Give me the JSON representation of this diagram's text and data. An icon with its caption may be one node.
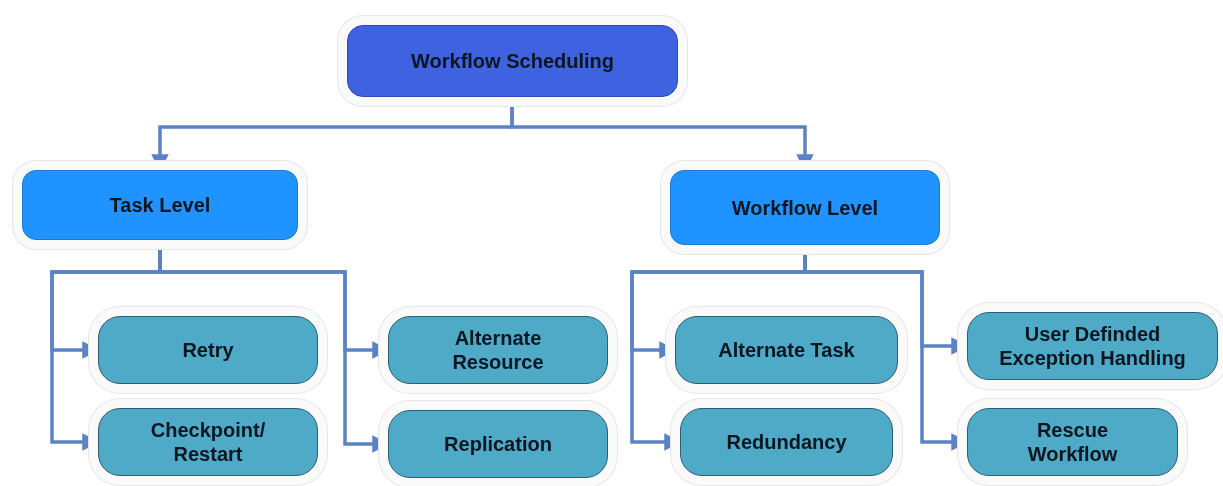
{
  "diagram": {
    "nodes": [
      {
        "text": [
          "Workflow Scheduling"
        ]
      },
      {
        "text": [
          "Task Level"
        ]
      },
      {
        "text": [
          "Workflow Level"
        ]
      },
      {
        "text": [
          "Retry"
        ]
      },
      {
        "text": [
          "Alternate Resource"
        ]
      },
      {
        "text": [
          "Checkpoint/ Restart"
        ]
      },
      {
        "text": [
          "Replication"
        ]
      },
      {
        "text": [
          "Alternate Task"
        ]
      },
      {
        "text": [
          "User Definded Exception Handling"
        ]
      },
      {
        "text": [
          "Redundancy"
        ]
      },
      {
        "text": [
          "Rescue Workflow"
        ]
      }
    ],
    "edges": [
      {
        "from": 0,
        "to": 1,
        "arrow": "to"
      },
      {
        "from": 0,
        "to": 2,
        "arrow": "to"
      },
      {
        "from": 1,
        "to": 3,
        "arrow": "to"
      },
      {
        "from": 1,
        "to": 5,
        "arrow": "to"
      },
      {
        "from": 1,
        "to": 4,
        "arrow": "to"
      },
      {
        "from": 1,
        "to": 6,
        "arrow": "to"
      },
      {
        "from": 2,
        "to": 7,
        "arrow": "to"
      },
      {
        "from": 2,
        "to": 9,
        "arrow": "to"
      },
      {
        "from": 2,
        "to": 8,
        "arrow": "to"
      },
      {
        "from": 2,
        "to": 10,
        "arrow": "to"
      }
    ]
  }
}
